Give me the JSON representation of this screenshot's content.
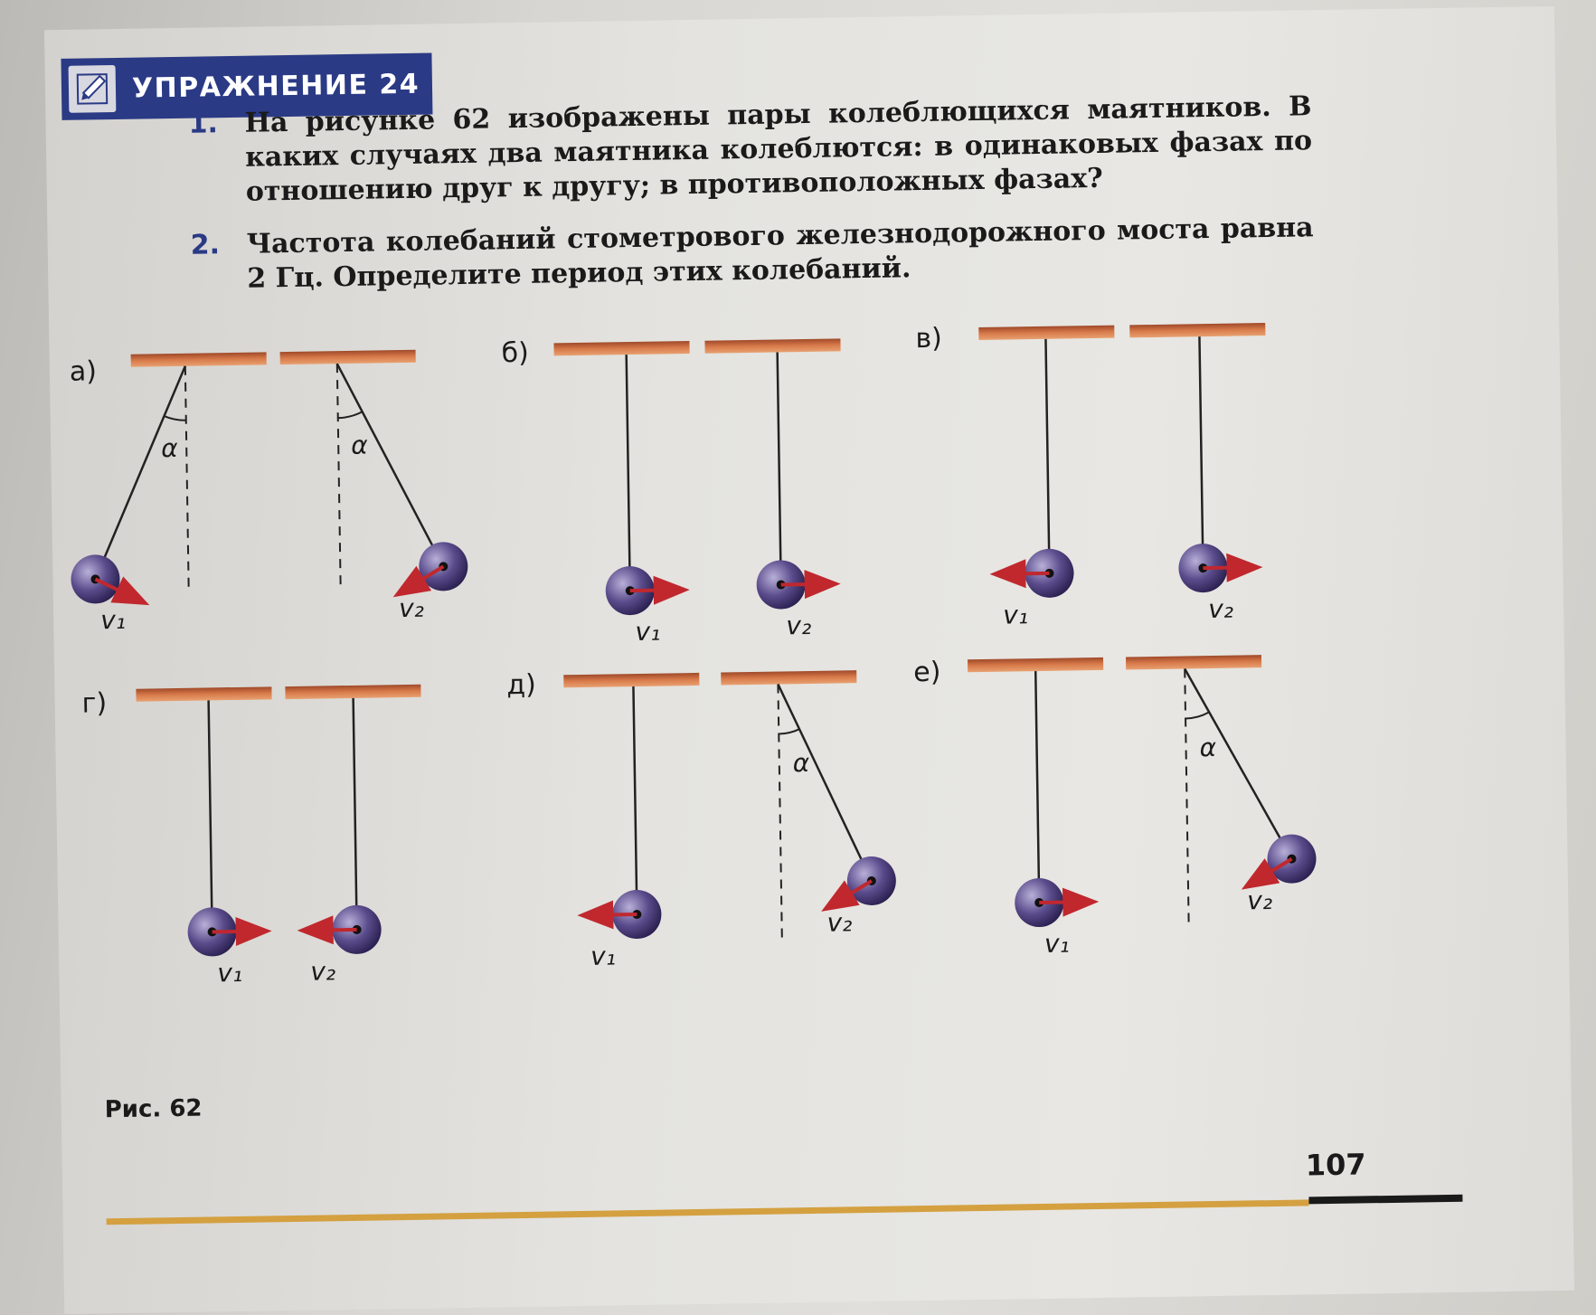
{
  "exercise": {
    "title": "УПРАЖНЕНИЕ  24",
    "icon": "pencil-icon"
  },
  "tasks": [
    {
      "number": "1.",
      "text": "На рисунке 62 изображены пары колеблющихся маятников. В каких случаях два маятника колеблются: в одинаковых фазах по отношению друг к другу; в противоположных фазах?"
    },
    {
      "number": "2.",
      "text": "Частота колебаний стометрового железнодорожного моста равна 2 Гц. Определите период этих колебаний."
    }
  ],
  "figure": {
    "caption": "Рис. 62",
    "panels": [
      "а)",
      "б)",
      "в)",
      "г)",
      "д)",
      "е)"
    ],
    "angle_label": "α",
    "velocity_labels": [
      "v₁",
      "v₂"
    ]
  },
  "page_number": "107",
  "colors": {
    "header": "#2a3a85",
    "ceiling": "#c8623a",
    "arrow": "#c0282e",
    "ball": "#4a3e78",
    "rule": "#d4a040"
  }
}
